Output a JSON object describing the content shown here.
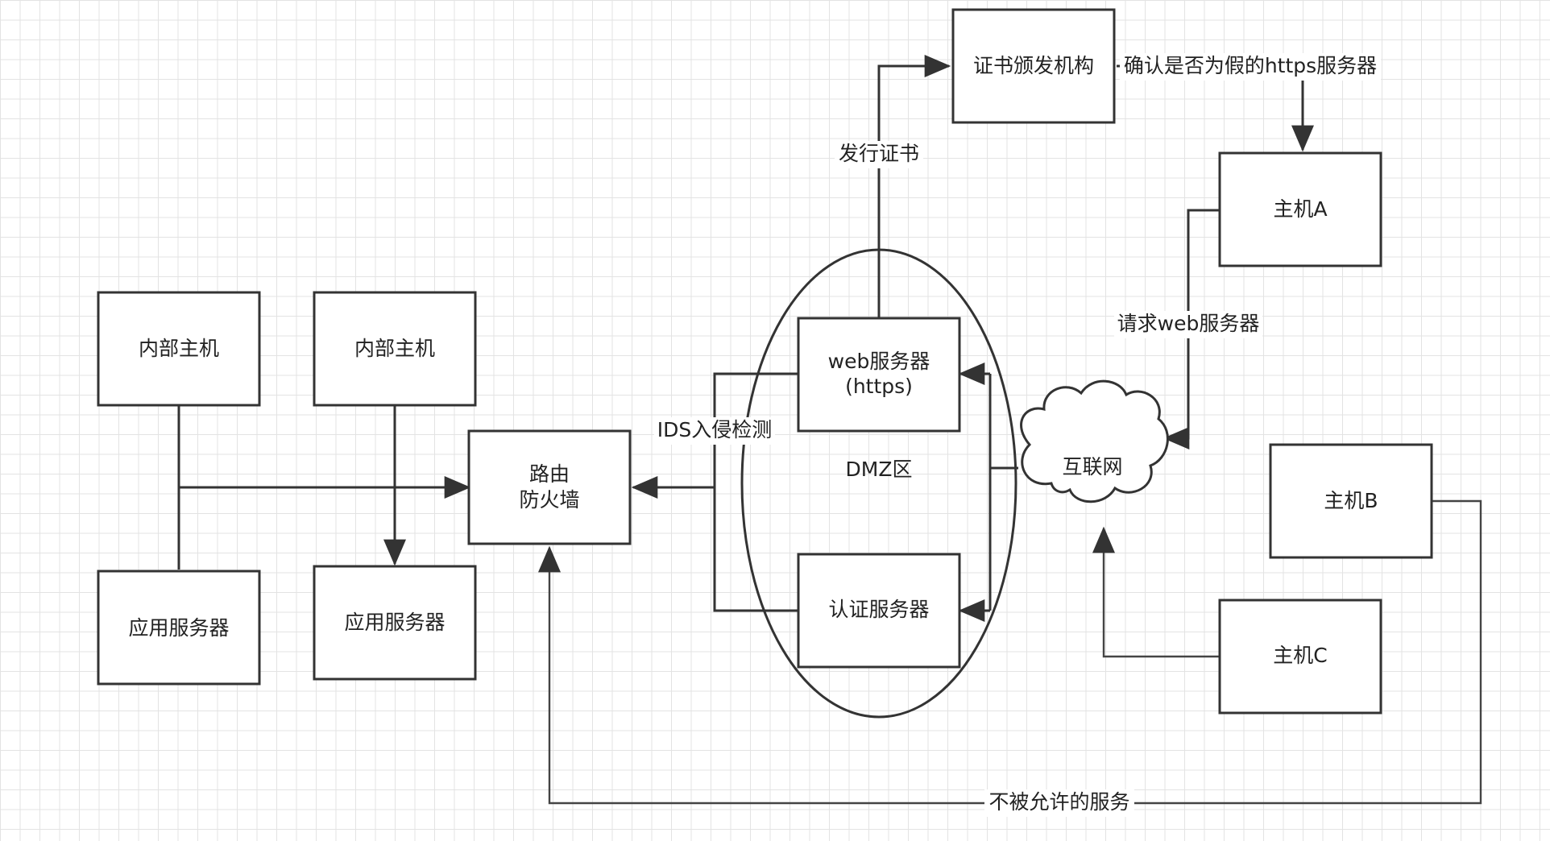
{
  "nodes": {
    "internal_host_1": "内部主机",
    "internal_host_2": "内部主机",
    "app_server_1": "应用服务器",
    "app_server_2": "应用服务器",
    "router_line1": "路由",
    "router_line2": "防火墙",
    "web_server_line1": "web服务器",
    "web_server_line2": "(https)",
    "auth_server": "认证服务器",
    "dmz": "DMZ区",
    "ca": "证书颁发机构",
    "internet": "互联网",
    "host_a": "主机A",
    "host_b": "主机B",
    "host_c": "主机C"
  },
  "edge_labels": {
    "ids": "IDS入侵检测",
    "issue_cert": "发行证书",
    "verify": "确认是否为假的https服务器",
    "request_web": "请求web服务器",
    "denied": "不被允许的服务"
  }
}
